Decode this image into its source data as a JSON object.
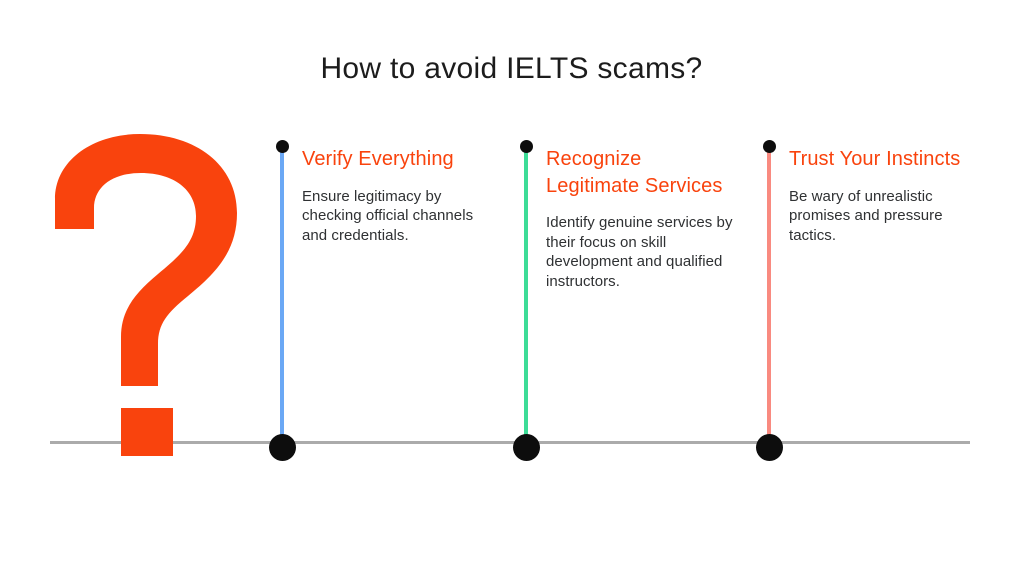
{
  "page": {
    "title": "How to avoid IELTS scams?",
    "background_color": "#ffffff"
  },
  "graphic": {
    "question_mark": {
      "icon_name": "question-mark-icon",
      "color": "#f9430d"
    }
  },
  "axis": {
    "name": "baseline-axis",
    "color": "#ababab"
  },
  "colors": {
    "accent_orange": "#f9430d",
    "body_text": "#2f3133",
    "title_text": "#1c1c1c",
    "dot": "#0d0d0d",
    "axis_gray": "#ababab"
  },
  "milestones": [
    {
      "heading": "Verify Everything",
      "body": "Ensure legitimacy by checking official channels and credentials.",
      "connector_color": "#6ba8f5",
      "connector_height": 300
    },
    {
      "heading": "Recognize Legitimate Services",
      "body": "Identify genuine services by their focus on skill development and qualified instructors.",
      "connector_color": "#3ddc97",
      "connector_height": 300
    },
    {
      "heading": "Trust Your Instincts",
      "body": "Be wary of unrealistic promises and pressure tactics.",
      "connector_color": "#f98a80",
      "connector_height": 300
    }
  ]
}
